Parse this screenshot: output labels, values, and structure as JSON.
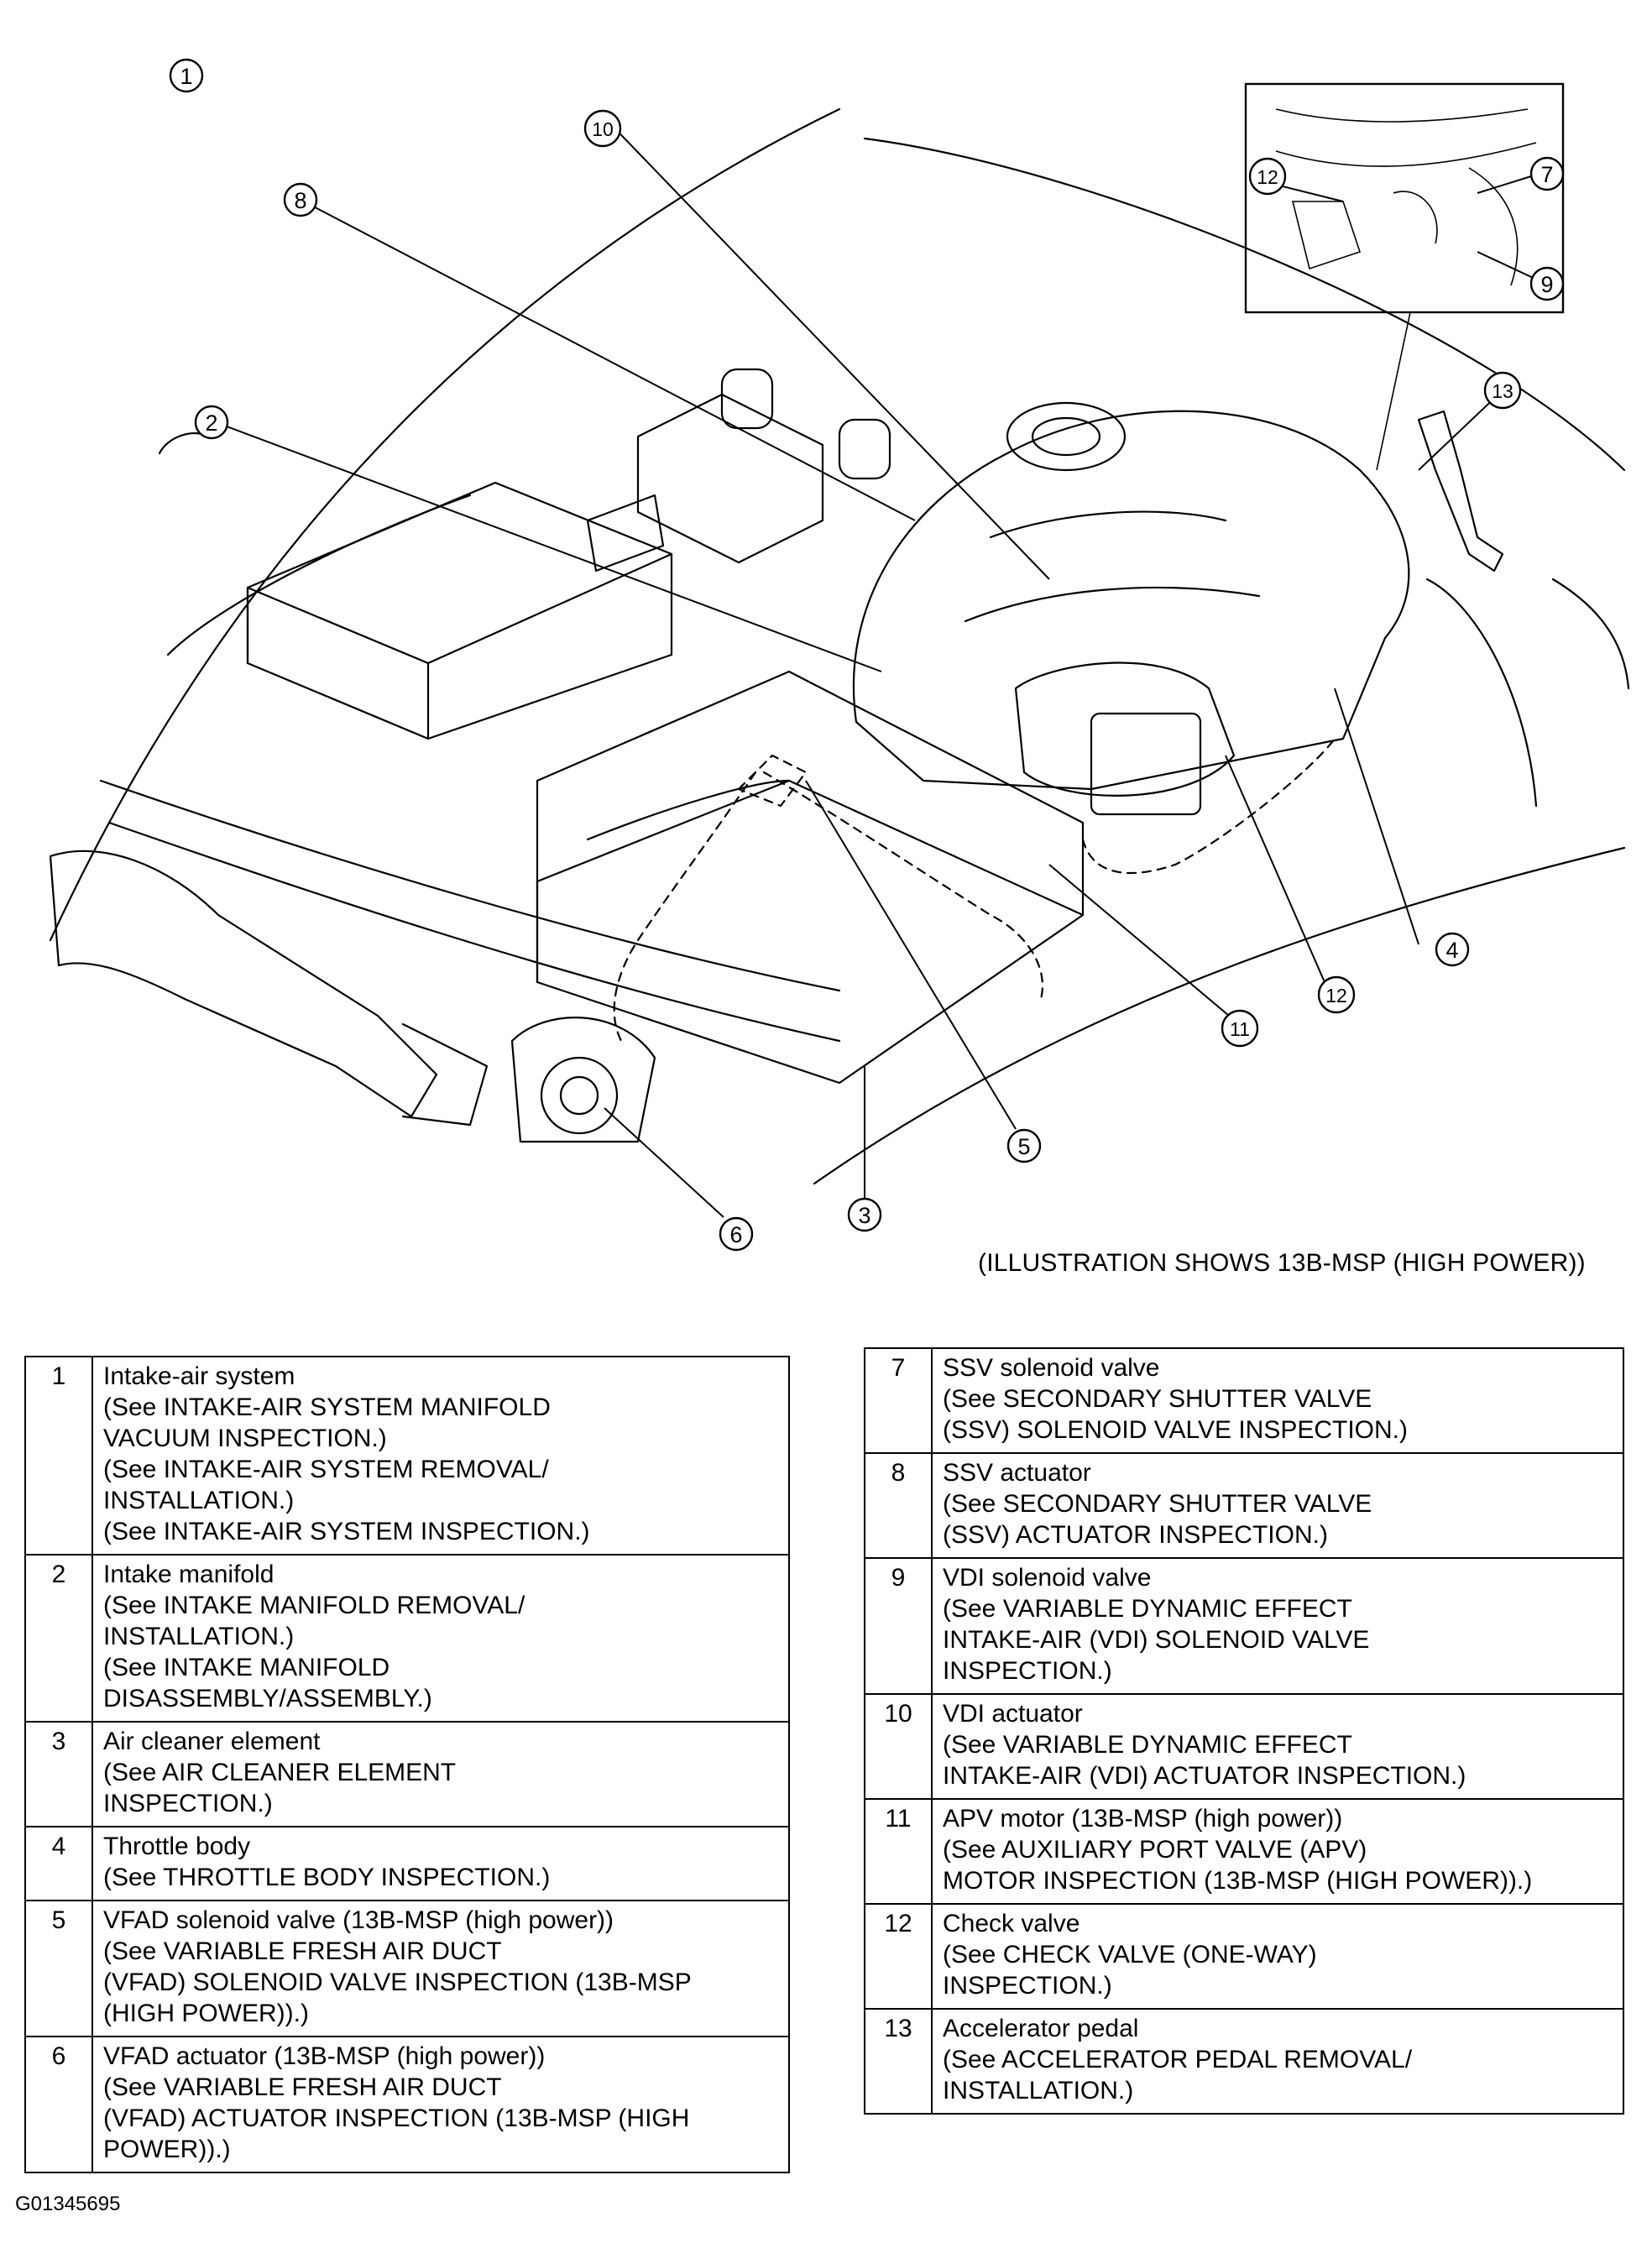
{
  "figure": {
    "caption": "(ILLUSTRATION SHOWS 13B-MSP (HIGH POWER))",
    "id": "G01345695",
    "callouts": [
      "1",
      "2",
      "3",
      "4",
      "5",
      "6",
      "7",
      "8",
      "9",
      "10",
      "11",
      "12",
      "13"
    ]
  },
  "legend_left": [
    {
      "num": "1",
      "lines": [
        "Intake-air system",
        "(See INTAKE-AIR SYSTEM MANIFOLD",
        "VACUUM INSPECTION.)",
        "(See INTAKE-AIR SYSTEM REMOVAL/",
        "INSTALLATION.)",
        "(See INTAKE-AIR SYSTEM INSPECTION.)"
      ]
    },
    {
      "num": "2",
      "lines": [
        "Intake manifold",
        "(See INTAKE MANIFOLD REMOVAL/",
        "INSTALLATION.)",
        "(See INTAKE MANIFOLD",
        "DISASSEMBLY/ASSEMBLY.)"
      ]
    },
    {
      "num": "3",
      "lines": [
        "Air cleaner element",
        "(See AIR CLEANER ELEMENT",
        "INSPECTION.)"
      ]
    },
    {
      "num": "4",
      "lines": [
        "Throttle body",
        "(See THROTTLE BODY INSPECTION.)"
      ]
    },
    {
      "num": "5",
      "lines": [
        "VFAD solenoid valve (13B-MSP (high power))",
        "(See VARIABLE FRESH AIR DUCT",
        "(VFAD) SOLENOID VALVE INSPECTION (13B-MSP",
        "(HIGH POWER)).)"
      ]
    },
    {
      "num": "6",
      "lines": [
        "VFAD actuator (13B-MSP (high power))",
        "(See VARIABLE FRESH AIR DUCT",
        "(VFAD) ACTUATOR INSPECTION (13B-MSP (HIGH",
        "POWER)).)"
      ]
    }
  ],
  "legend_right": [
    {
      "num": "7",
      "lines": [
        "SSV solenoid valve",
        "(See SECONDARY SHUTTER VALVE",
        "(SSV) SOLENOID VALVE INSPECTION.)"
      ]
    },
    {
      "num": "8",
      "lines": [
        "SSV actuator",
        "(See SECONDARY SHUTTER VALVE",
        "(SSV) ACTUATOR INSPECTION.)"
      ]
    },
    {
      "num": "9",
      "lines": [
        "VDI solenoid valve",
        "(See VARIABLE DYNAMIC EFFECT",
        "INTAKE-AIR (VDI) SOLENOID VALVE",
        "INSPECTION.)"
      ]
    },
    {
      "num": "10",
      "lines": [
        "VDI actuator",
        "(See VARIABLE DYNAMIC EFFECT",
        "INTAKE-AIR (VDI) ACTUATOR INSPECTION.)"
      ]
    },
    {
      "num": "11",
      "lines": [
        "APV motor (13B-MSP (high power))",
        "(See AUXILIARY PORT VALVE (APV)",
        "MOTOR INSPECTION (13B-MSP (HIGH POWER)).)"
      ]
    },
    {
      "num": "12",
      "lines": [
        "Check valve",
        "(See CHECK VALVE (ONE-WAY)",
        "INSPECTION.)"
      ]
    },
    {
      "num": "13",
      "lines": [
        "Accelerator pedal",
        "(See ACCELERATOR PEDAL REMOVAL/",
        "INSTALLATION.)"
      ]
    }
  ]
}
